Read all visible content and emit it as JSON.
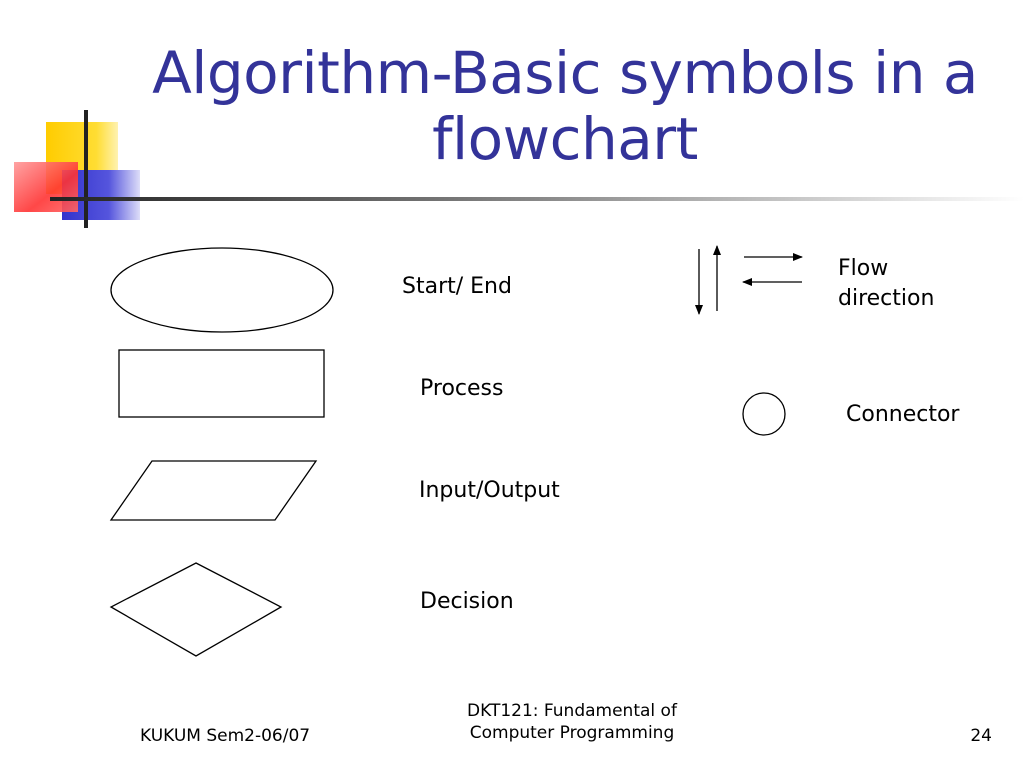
{
  "slide": {
    "title_line1": "Algorithm-Basic symbols in a",
    "title_line2": "flowchart",
    "colors": {
      "title": "#333399",
      "accent_yellow": "#FFCC00",
      "accent_red": "#FF3333",
      "accent_blue": "#3333CC"
    }
  },
  "symbols": {
    "start_end": {
      "label": "Start/ End",
      "shape": "ellipse"
    },
    "process": {
      "label": "Process",
      "shape": "rectangle"
    },
    "input_output": {
      "label": "Input/Output",
      "shape": "parallelogram"
    },
    "decision": {
      "label": "Decision",
      "shape": "diamond"
    },
    "flow_direction": {
      "label_line1": "Flow",
      "label_line2": "direction",
      "shape": "arrows"
    },
    "connector": {
      "label": "Connector",
      "shape": "circle"
    }
  },
  "footer": {
    "left": "KUKUM Sem2-06/07",
    "center_line1": "DKT121: Fundamental of",
    "center_line2": "Computer Programming",
    "page_number": "24"
  }
}
